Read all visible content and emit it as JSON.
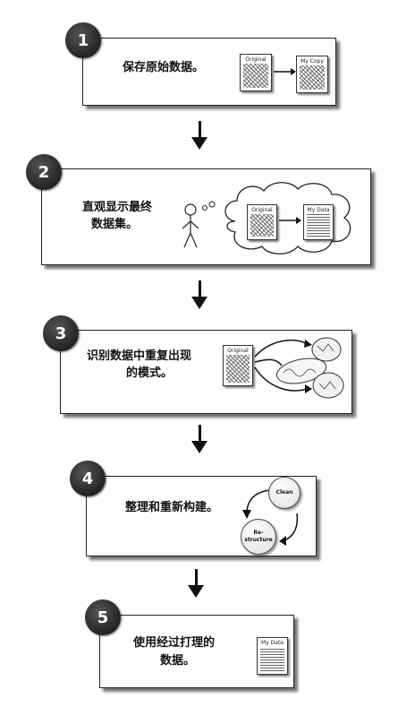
{
  "steps": [
    {
      "number": "1",
      "text_lines": [
        "保存原始数据。"
      ]
    },
    {
      "number": "2",
      "text_lines": [
        "直观显示最终",
        "数据集。"
      ]
    },
    {
      "number": "3",
      "text_lines": [
        "识别数据中重复出现",
        "的模式。"
      ]
    },
    {
      "number": "4",
      "text_lines": [
        "整理和重新构建。"
      ]
    },
    {
      "number": "5",
      "text_lines": [
        "使用经过打理的",
        "数据。"
      ]
    }
  ],
  "illustrations": {
    "step1": {
      "source_label": "Original",
      "target_label": "My Copy"
    },
    "step2": {
      "source_label": "Original",
      "target_label": "My Data"
    },
    "step3": {
      "source_label": "Original"
    },
    "step4": {
      "node_a": "Clean",
      "node_b": "Re-structure"
    },
    "step5": {
      "doc_label": "My Data"
    }
  }
}
